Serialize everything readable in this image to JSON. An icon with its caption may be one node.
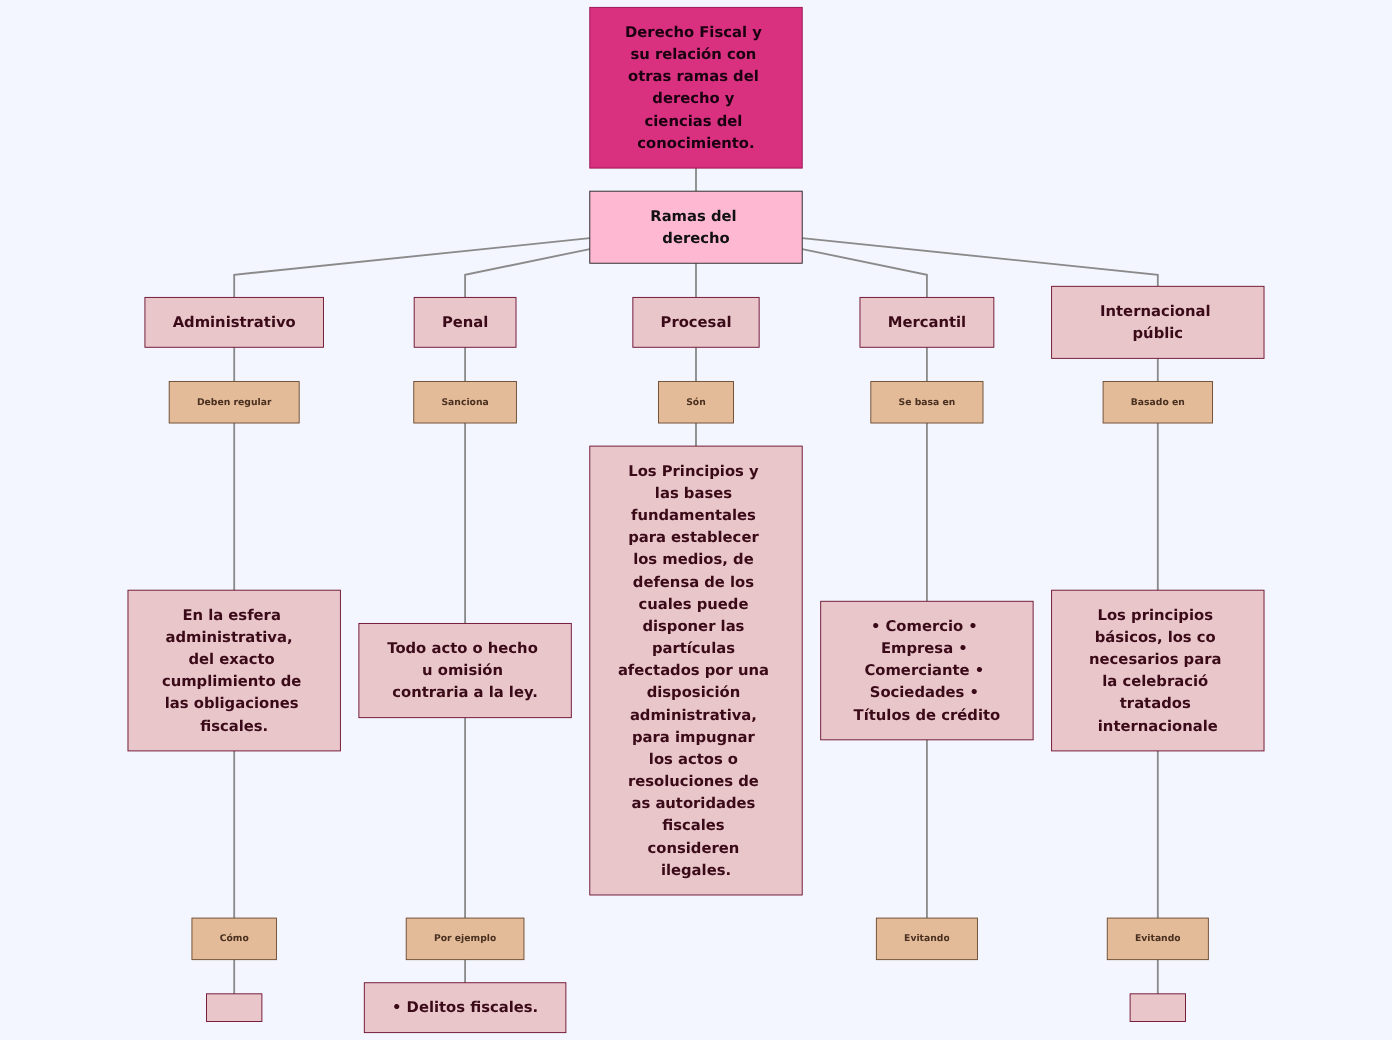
{
  "diagram": {
    "nodes": [
      {
        "text": [
          "Derecho Fiscal y su relación con otras ramas del derecho y ciencias del conocimiento."
        ]
      },
      {
        "text": [
          "Ramas del derecho"
        ]
      },
      {
        "text": [
          "Administrativo"
        ]
      },
      {
        "text": [
          "Deben regular"
        ]
      },
      {
        "text": [
          "En la esfera administrativa,  del exacto cumplimiento de las obligaciones fiscales."
        ]
      },
      {
        "text": [
          "Cómo"
        ]
      },
      {
        "text": [],
        "shape": "box"
      },
      {
        "text": [
          "Penal"
        ]
      },
      {
        "text": [
          "Sanciona"
        ]
      },
      {
        "text": [
          "Todo acto o hecho u omisión contraria a la ley."
        ]
      },
      {
        "text": [
          "Por ejemplo"
        ]
      },
      {
        "text": [
          "• Delitos fiscales."
        ]
      },
      {
        "text": [
          "Procesal"
        ]
      },
      {
        "text": [
          "Són"
        ]
      },
      {
        "text": [
          "Los Principios y las bases fundamentales para establecer los medios, de defensa de los cuales puede disponer las partículas afectados por una disposición administrativa, para impugnar los actos o resoluciones de as autoridades fiscales consideren ilegales."
        ]
      },
      {
        "text": [
          "Mercantil"
        ]
      },
      {
        "text": [
          "Se basa en"
        ]
      },
      {
        "text": [
          "• Comercio • Empresa • Comerciante • Sociedades • Títulos de crédito"
        ]
      },
      {
        "text": [
          "Evitando"
        ]
      },
      {
        "text": [
          "Internacional públic"
        ]
      },
      {
        "text": [
          "Basado en"
        ]
      },
      {
        "text": [
          "Los principios básicos, los co necesarios para la celebració tratados internacionale"
        ]
      },
      {
        "text": [
          "Evitando"
        ]
      },
      {
        "text": [],
        "shape": "box"
      }
    ],
    "edges": [
      {
        "from": 0,
        "to": 1,
        "arrow": "none"
      },
      {
        "from": 1,
        "to": 2,
        "arrow": "none"
      },
      {
        "from": 2,
        "to": 3,
        "arrow": "none"
      },
      {
        "from": 3,
        "to": 4,
        "arrow": "none"
      },
      {
        "from": 4,
        "to": 5,
        "arrow": "none"
      },
      {
        "from": 5,
        "to": 6,
        "arrow": "none"
      },
      {
        "from": 1,
        "to": 7,
        "arrow": "none"
      },
      {
        "from": 7,
        "to": 8,
        "arrow": "none"
      },
      {
        "from": 8,
        "to": 9,
        "arrow": "none"
      },
      {
        "from": 9,
        "to": 10,
        "arrow": "none"
      },
      {
        "from": 10,
        "to": 11,
        "arrow": "none"
      },
      {
        "from": 1,
        "to": 12,
        "arrow": "none"
      },
      {
        "from": 12,
        "to": 13,
        "arrow": "none"
      },
      {
        "from": 13,
        "to": 14,
        "arrow": "none"
      },
      {
        "from": 1,
        "to": 15,
        "arrow": "none"
      },
      {
        "from": 15,
        "to": 16,
        "arrow": "none"
      },
      {
        "from": 16,
        "to": 17,
        "arrow": "none"
      },
      {
        "from": 17,
        "to": 18,
        "arrow": "none"
      },
      {
        "from": 1,
        "to": 19,
        "arrow": "none"
      },
      {
        "from": 19,
        "to": 20,
        "arrow": "none"
      },
      {
        "from": 20,
        "to": 21,
        "arrow": "none"
      },
      {
        "from": 21,
        "to": 22,
        "arrow": "none"
      },
      {
        "from": 22,
        "to": 23,
        "arrow": "none"
      }
    ]
  }
}
